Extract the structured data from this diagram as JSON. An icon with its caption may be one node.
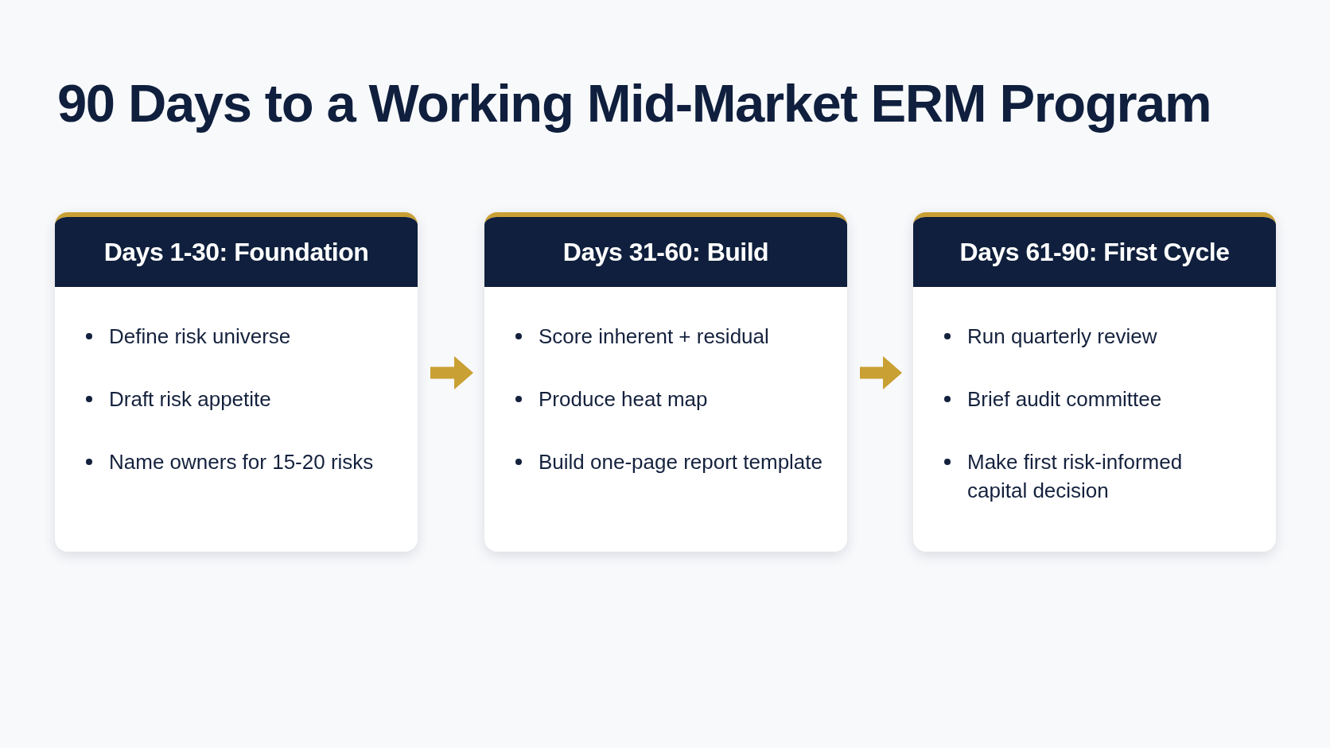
{
  "diagram": {
    "title": "90 Days to a Working Mid-Market ERM Program",
    "nodes": [
      {
        "text": [
          "Days 1-30: Foundation",
          "Define risk universe",
          "Draft risk appetite",
          "Name owners for 15-20 risks"
        ]
      },
      {
        "text": [
          "Days 31-60: Build",
          "Score inherent + residual",
          "Produce heat map",
          "Build one-page report template"
        ]
      },
      {
        "text": [
          "Days 61-90: First Cycle",
          "Run quarterly review",
          "Brief audit committee",
          "Make first risk-informed capital decision"
        ]
      }
    ],
    "edges": [
      {
        "from": 0,
        "to": 1,
        "arrow": "to"
      },
      {
        "from": 1,
        "to": 2,
        "arrow": "to"
      }
    ]
  }
}
